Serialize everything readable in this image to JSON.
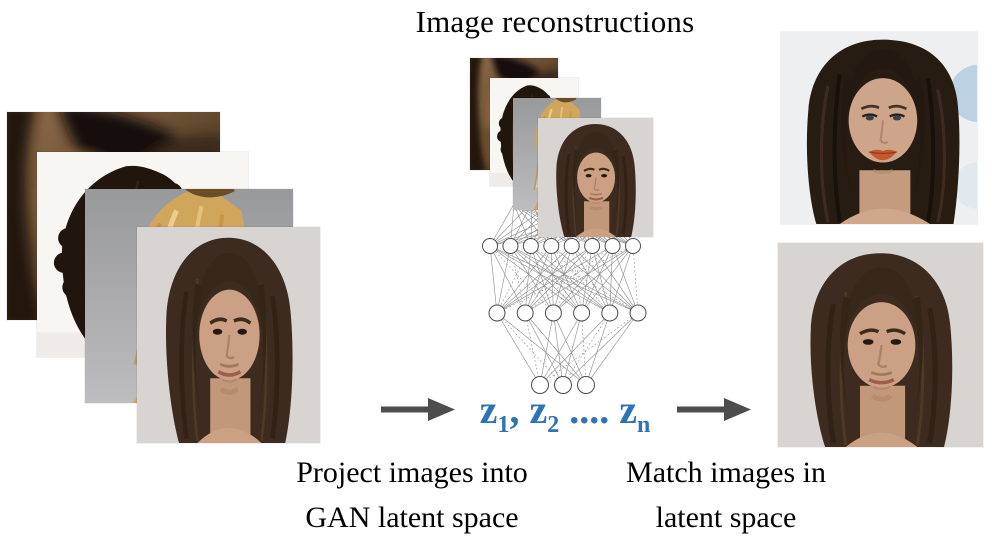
{
  "title": "Image reconstructions",
  "captions": {
    "project_line1": "Project images into",
    "project_line2": "GAN latent space",
    "match_line1": "Match images in",
    "match_line2": "latent space"
  },
  "latent": {
    "z1_base": "z",
    "z1_sub": "1",
    "sep": ", ",
    "z2_base": "z",
    "z2_sub": "2",
    "dots": " .... ",
    "zn_base": "z",
    "zn_sub": "n"
  },
  "network": {
    "layers": [
      8,
      6,
      3
    ]
  },
  "colors": {
    "latent_blue": "#2E74B5",
    "arrow_gray": "#4d4d4d",
    "network_line": "#8a8a8a",
    "network_node_stroke": "#4a4a4a"
  },
  "photos": {
    "input1": "blurry brunette portrait photo",
    "input2": "woman with dark curly hair on white background",
    "input3": "woman with blonde hair on gray background",
    "input4": "man with long brown hair",
    "recon1": "reconstructed blurry brunette portrait",
    "recon2": "reconstructed woman with dark curly hair",
    "recon3": "reconstructed woman with blonde hair",
    "recon4": "reconstructed man with long brown hair",
    "match_top": "matched woman with long dark hair and orange lips",
    "match_bottom": "matched man with long brown hair"
  }
}
